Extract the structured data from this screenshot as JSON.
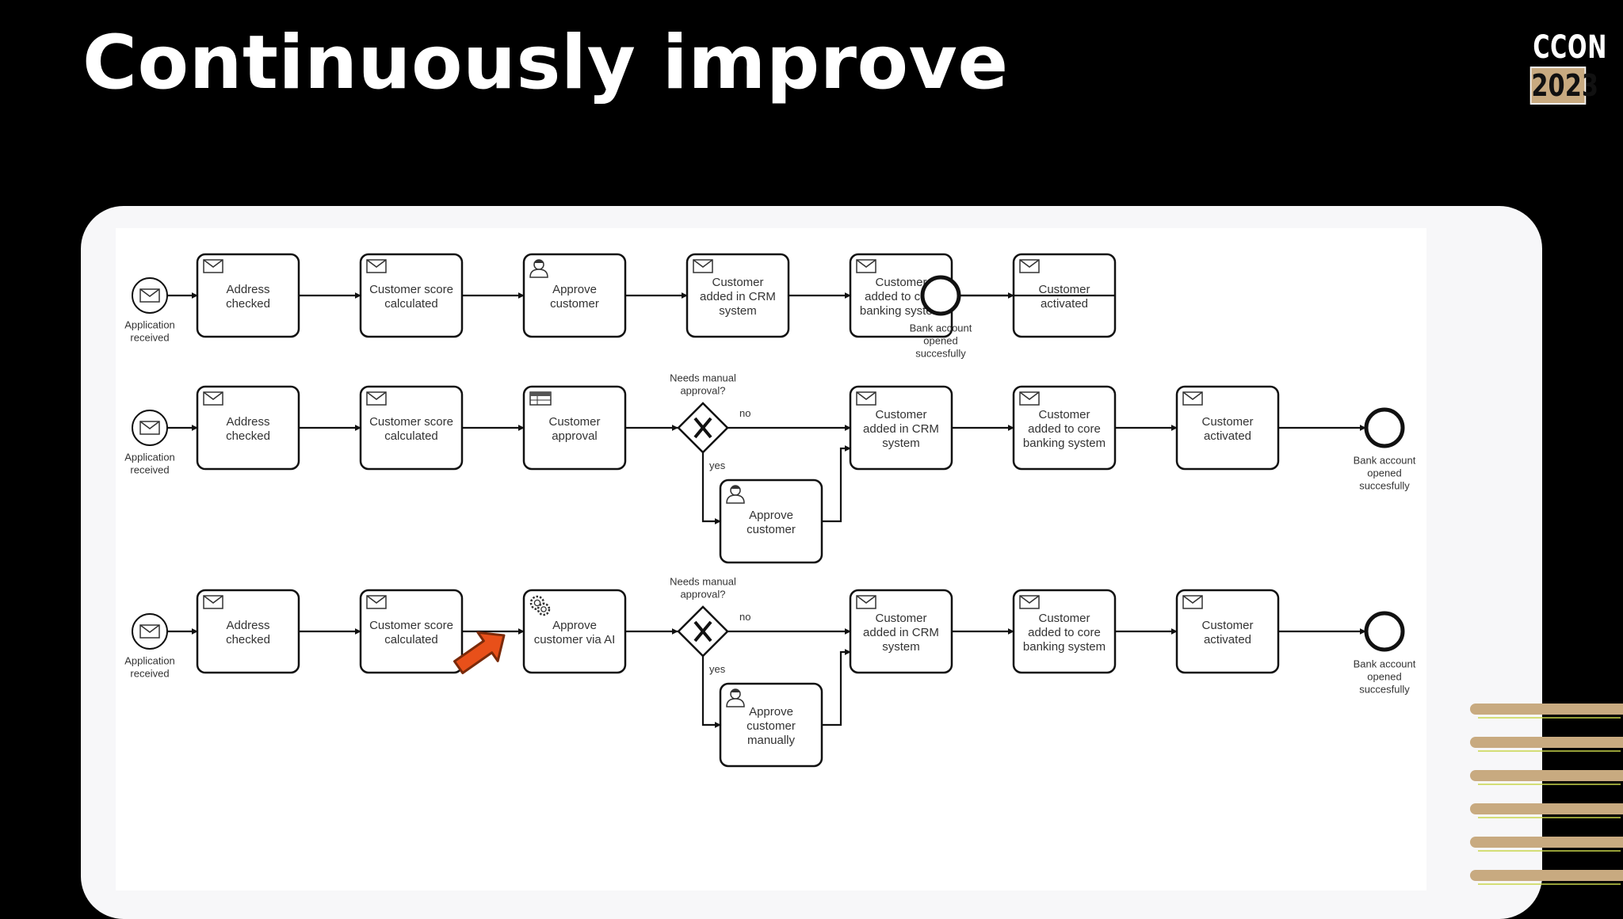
{
  "slide": {
    "title": "Continuously improve",
    "logo_line1": "CCON",
    "logo_line2": "2023"
  },
  "colors": {
    "background": "#000000",
    "panel": "#f7f7f9",
    "logo_accent": "#c8aa80",
    "arrow_fill": "#e8501a",
    "arrow_outline": "#7a2a0a",
    "deco_stripe": "#c8aa80",
    "deco_line": "#c8d64a"
  },
  "processes": [
    {
      "start": {
        "label": [
          "Application",
          "received"
        ],
        "icon": "envelope-icon"
      },
      "tasks": [
        {
          "label": [
            "Address",
            "checked"
          ],
          "icon": "envelope-icon"
        },
        {
          "label": [
            "Customer score",
            "calculated"
          ],
          "icon": "envelope-icon"
        },
        {
          "label": [
            "Approve",
            "customer"
          ],
          "icon": "user-icon"
        },
        {
          "label": [
            "Customer",
            "added in CRM",
            "system"
          ],
          "icon": "envelope-icon"
        },
        {
          "label": [
            "Customer",
            "added to core",
            "banking system"
          ],
          "icon": "envelope-icon"
        },
        {
          "label": [
            "Customer",
            "activated"
          ],
          "icon": "envelope-icon"
        }
      ],
      "end": {
        "label": [
          "Bank account",
          "opened",
          "succesfully"
        ]
      }
    },
    {
      "start": {
        "label": [
          "Application",
          "received"
        ],
        "icon": "envelope-icon"
      },
      "tasks": [
        {
          "label": [
            "Address",
            "checked"
          ],
          "icon": "envelope-icon"
        },
        {
          "label": [
            "Customer score",
            "calculated"
          ],
          "icon": "envelope-icon"
        },
        {
          "label": [
            "Customer",
            "approval"
          ],
          "icon": "table-icon"
        }
      ],
      "gateway": {
        "label": [
          "Needs manual",
          "approval?"
        ],
        "no_label": "no",
        "yes_label": "yes"
      },
      "branch_task": {
        "label": [
          "Approve",
          "customer"
        ],
        "icon": "user-icon"
      },
      "after_tasks": [
        {
          "label": [
            "Customer",
            "added in CRM",
            "system"
          ],
          "icon": "envelope-icon"
        },
        {
          "label": [
            "Customer",
            "added to core",
            "banking system"
          ],
          "icon": "envelope-icon"
        },
        {
          "label": [
            "Customer",
            "activated"
          ],
          "icon": "envelope-icon"
        }
      ],
      "end": {
        "label": [
          "Bank account",
          "opened",
          "succesfully"
        ]
      }
    },
    {
      "start": {
        "label": [
          "Application",
          "received"
        ],
        "icon": "envelope-icon"
      },
      "tasks": [
        {
          "label": [
            "Address",
            "checked"
          ],
          "icon": "envelope-icon"
        },
        {
          "label": [
            "Customer score",
            "calculated"
          ],
          "icon": "envelope-icon"
        },
        {
          "label": [
            "Approve",
            "customer via AI"
          ],
          "icon": "gear-icon",
          "highlighted": true
        }
      ],
      "gateway": {
        "label": [
          "Needs manual",
          "approval?"
        ],
        "no_label": "no",
        "yes_label": "yes"
      },
      "branch_task": {
        "label": [
          "Approve",
          "customer",
          "manually"
        ],
        "icon": "user-icon"
      },
      "after_tasks": [
        {
          "label": [
            "Customer",
            "added in CRM",
            "system"
          ],
          "icon": "envelope-icon"
        },
        {
          "label": [
            "Customer",
            "added to core",
            "banking system"
          ],
          "icon": "envelope-icon"
        },
        {
          "label": [
            "Customer",
            "activated"
          ],
          "icon": "envelope-icon"
        }
      ],
      "end": {
        "label": [
          "Bank account",
          "opened",
          "succesfully"
        ]
      }
    }
  ]
}
